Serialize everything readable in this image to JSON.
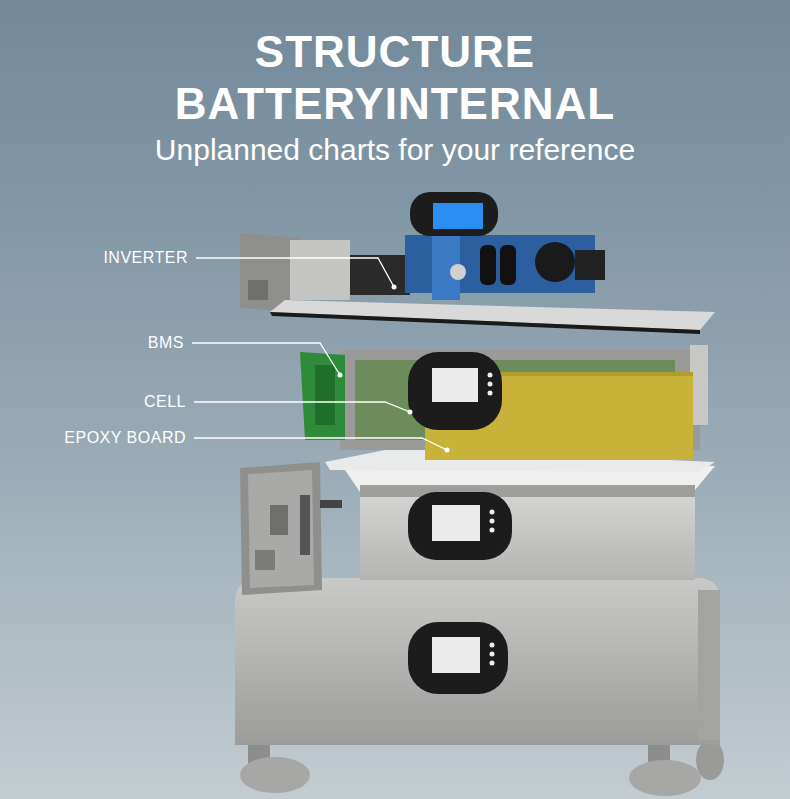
{
  "diagram": {
    "title": "STRUCTURE BATTERYINTERNAL",
    "labels": [
      "Unplanned charts for your reference",
      "INVERTER",
      "BMS",
      "CELL",
      "EPOXY BOARD"
    ]
  }
}
